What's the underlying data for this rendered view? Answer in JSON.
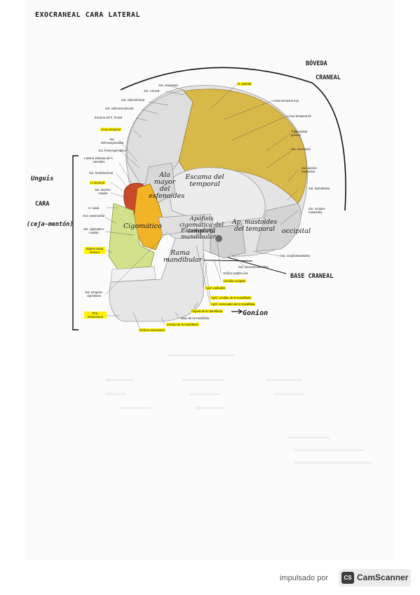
{
  "title": "EXOCRANEAL CARA LATERAL",
  "bracket_labels": {
    "boveda": [
      "BÓVEDA",
      "CRANEAL"
    ],
    "cara": "CARA",
    "ceja_menton": "(ceja-mentón)",
    "unguis": "Unguis",
    "base": "BASE CRANEAL",
    "gonion": "Gonion"
  },
  "labels_left": [
    "Sut. escamosa",
    "Sut. coronal",
    "Sut. esfenofrontal",
    "Sut. esfenoescamosa",
    "Escama del h. frontal",
    "Línea temporal",
    "Sut. esfenocigomática",
    "Sut. frontocigomática",
    "Lámina orbitaria del h. etmoides",
    "Sut. frontolacrimal",
    "H. lacrimal",
    "Sut. lacrimo-maxilar",
    "H. nasal",
    "Sut. nasomaxilar",
    "Sut. cigomatico-maxilar",
    "Espina nasal anterior",
    "Sut. temporo-cigomática",
    "Prot. mentoniana"
  ],
  "labels_right": [
    "H. parietal",
    "Línea temporal sup.",
    "Línea temporal inf.",
    "Tuberosidad parietal",
    "Sut. escamosa",
    "Sut. parieto-mastoidea",
    "Sut. lambdoidea",
    "Sut. occipito-mastoidea",
    "Sut. occipitomastoidea",
    "Sut. escamomastoidea",
    "Orificio auditivo ext.",
    "Cóndilo occipital",
    "Apóf. estiloides",
    "Apóf. condilar de la mandíbula",
    "Apóf. coronoides de la mandíbula",
    "Ángulo de la mandíbula",
    "Base de la mandíbula",
    "Cuerpo de la mandíbula",
    "Orificio mentoniano"
  ],
  "skull_notes": [
    "Ala mayor del esfenoides",
    "Escama del temporal",
    "Cigomático",
    "Apófisis cigomática del temporal",
    "Ap. mastoides del temporal",
    "occipital",
    "Escotadura mandibular",
    "Rama mandibular"
  ],
  "footer": {
    "powered_by": "impulsado por",
    "brand": "CamScanner",
    "brand_icon": "CS"
  },
  "colors": {
    "parietal": "#d9b84a",
    "zygomatic": "#f2b427",
    "maxilla": "#d3e08c",
    "bone": "#e4e4e4",
    "highlight": "#fff300"
  }
}
